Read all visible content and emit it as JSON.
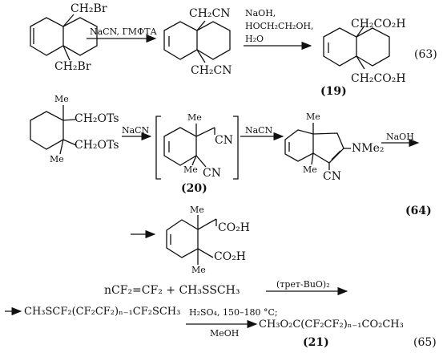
{
  "reaction_63": {
    "sm_top": "CH₂Br",
    "sm_bottom": "CH₂Br",
    "reagent1": "NaCN, ГМФТА",
    "int_top": "CH₂CN",
    "int_bottom": "CH₂CN",
    "reagent2_line1": "NaOH,",
    "reagent2_line2": "HOCH₂CH₂OH,",
    "reagent2_line3": "H₂O",
    "prod_top": "CH₂CO₂H",
    "prod_bottom": "CH₂CO₂H",
    "prod_number": "(19)",
    "eq_number": "(63)"
  },
  "reaction_64": {
    "sm_me_top": "Me",
    "sm_sub_top": "CH₂OTs",
    "sm_sub_bottom": "CH₂OTs",
    "sm_me_bottom": "Me",
    "reagent1": "NaCN",
    "int_me_top": "Me",
    "int_cn_top": "CN",
    "int_me_bottom": "Me",
    "int_cn_bottom": "CN",
    "int_number": "(20)",
    "reagent2": "NaCN",
    "p2_me_top": "Me",
    "p2_nme2": "NMe₂",
    "p2_me_bottom": "Me",
    "p2_cn": "CN",
    "reagent3": "NaOH",
    "eq_number": "(64)",
    "final_me_top": "Me",
    "final_co2h_top": "CO₂H",
    "final_co2h_bottom": "CO₂H",
    "final_me_bottom": "Me"
  },
  "reaction_65": {
    "line1_left": "nCF₂=CF₂ + CH₃SSCH₃",
    "line1_reagent": "(трет-BuO)₂",
    "line2_left": "CH₃SCF₂(CF₂CF₂)ₙ₋₁CF₂SCH₃",
    "line2_reagent_top": "H₂SO₄, 150–180 °C;",
    "line2_reagent_bottom": "MeOH",
    "line2_product": "CH₃O₂C(CF₂CF₂)ₙ₋₁CO₂CH₃",
    "product_number": "(21)",
    "eq_number": "(65)"
  }
}
